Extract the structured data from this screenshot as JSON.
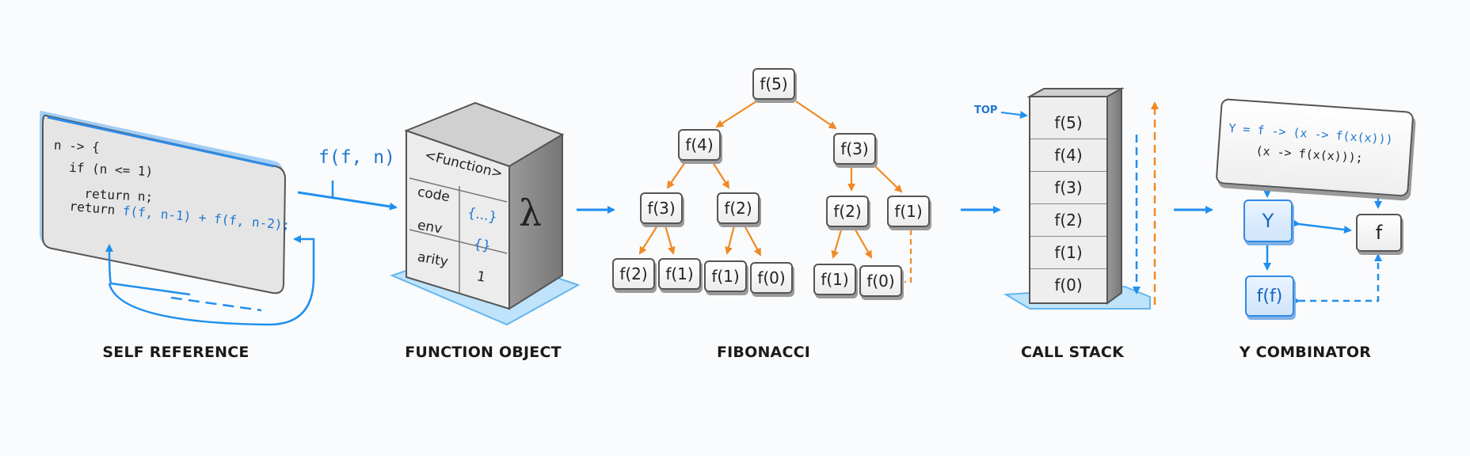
{
  "sections": {
    "self_reference": "SELF REFERENCE",
    "function_object": "FUNCTION OBJECT",
    "fibonacci": "FIBONACCI",
    "call_stack": "CALL STACK",
    "y_combinator": "Y COMBINATOR"
  },
  "self_reference": {
    "code_lines": [
      "n -> {",
      "  if (n <= 1)",
      "    return n;",
      "  return "
    ],
    "code_call": "f(f, n-1) + f(f, n-2);",
    "arrow_label": "f(f, n)"
  },
  "function_object": {
    "header": "<Function>",
    "rows": [
      {
        "key": "code",
        "value": "{...}"
      },
      {
        "key": "env",
        "value": "{}"
      },
      {
        "key": "arity",
        "value": "1"
      }
    ],
    "symbol": "λ"
  },
  "fibonacci": {
    "nodes": {
      "root": "f(5)",
      "l1_left": "f(4)",
      "l1_right": "f(3)",
      "l2_a": "f(3)",
      "l2_b": "f(2)",
      "l2_c": "f(2)",
      "l2_d": "f(1)",
      "l3_a": "f(2)",
      "l3_b": "f(1)",
      "l3_c": "f(1)",
      "l3_d": "f(0)",
      "l3_e": "f(1)",
      "l3_f": "f(0)"
    }
  },
  "call_stack": {
    "top_label": "TOP",
    "frames": [
      "f(5)",
      "f(4)",
      "f(3)",
      "f(2)",
      "f(1)",
      "f(0)"
    ]
  },
  "y_combinator": {
    "def_line1": "Y = f -> (x -> f(x(x)))",
    "def_line2": "    (x -> f(x(x)));",
    "y_node": "Y",
    "f_node": "f",
    "ff_node": "f(f)"
  },
  "colors": {
    "blue": "#1f8ff0",
    "orange": "#f08a24",
    "border": "#555555"
  }
}
